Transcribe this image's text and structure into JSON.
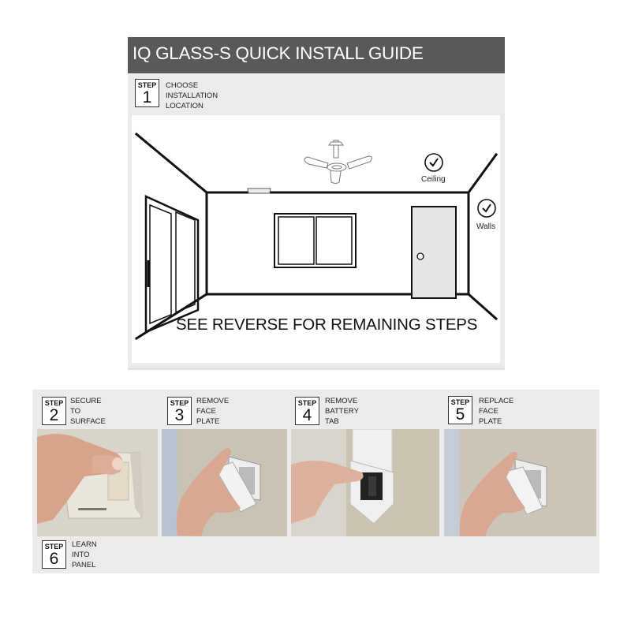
{
  "document": {
    "title": "IQ GLASS-S QUICK INSTALL GUIDE",
    "header_bg_color": "#595959",
    "panel_bg_color": "#ebebeb"
  },
  "steps": [
    {
      "step_word": "STEP",
      "number": "1",
      "lines": [
        "CHOOSE",
        "INSTALLATION",
        "LOCATION"
      ]
    },
    {
      "step_word": "STEP",
      "number": "2",
      "lines": [
        "SECURE",
        "TO",
        "SURFACE"
      ],
      "photo": "hand-pressing-sensor-onto-wall"
    },
    {
      "step_word": "STEP",
      "number": "3",
      "lines": [
        "REMOVE",
        "FACE",
        "PLATE"
      ],
      "photo": "hand-removing-face-plate"
    },
    {
      "step_word": "STEP",
      "number": "4",
      "lines": [
        "REMOVE",
        "BATTERY",
        "TAB"
      ],
      "photo": "hand-pulling-battery-tab"
    },
    {
      "step_word": "STEP",
      "number": "5",
      "lines": [
        "REPLACE",
        "FACE",
        "PLATE"
      ],
      "photo": "hand-replacing-face-plate"
    },
    {
      "step_word": "STEP",
      "number": "6",
      "lines": [
        "LEARN",
        "INTO",
        "PANEL"
      ]
    }
  ],
  "illustration": {
    "ceiling_label": "Ceiling",
    "walls_label": "Walls",
    "ceiling_icon": "check-circle-icon",
    "walls_icon": "check-circle-icon",
    "footer_text": "SEE REVERSE FOR REMAINING STEPS"
  }
}
